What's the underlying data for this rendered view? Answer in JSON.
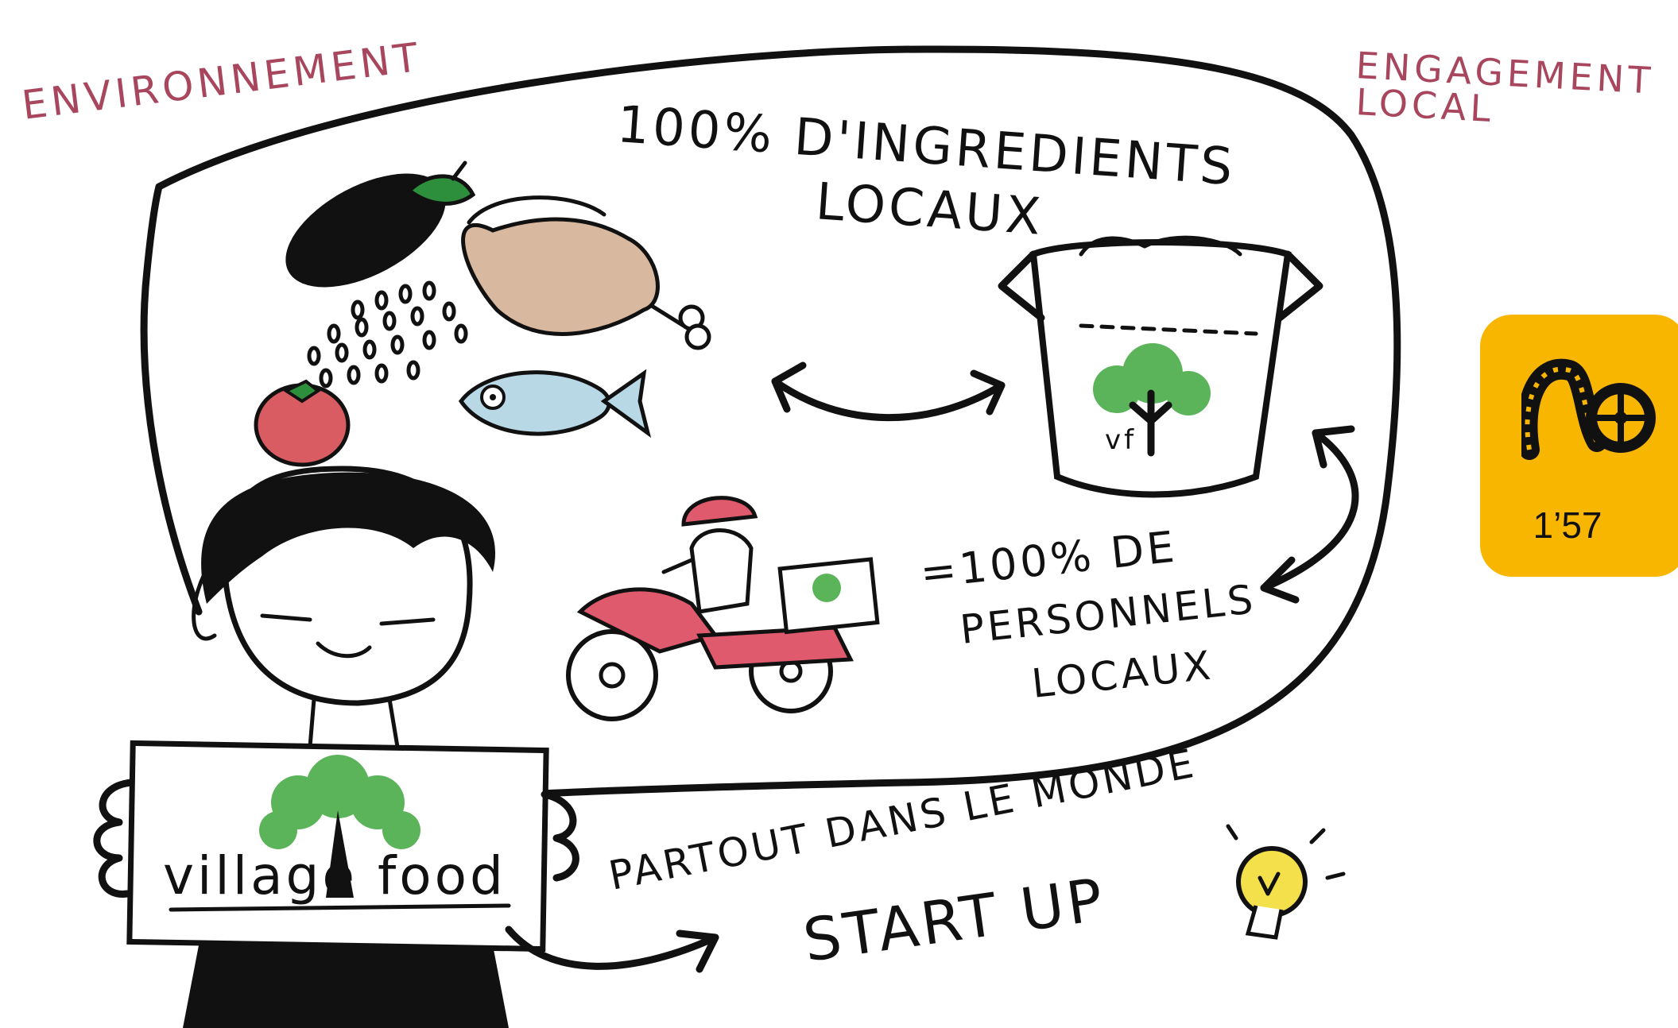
{
  "labels": {
    "environnement": "ENVIRONNEMENT",
    "engagement_line1": "ENGAGEMENT",
    "engagement_line2": "LOCAL",
    "ingredients_line1": "100% D'INGREDIENTS",
    "ingredients_line2": "LOCAUX",
    "personnel_line1": "=100% DE",
    "personnel_line2": "PERSONNELS",
    "personnel_line3": "LOCAUX",
    "partout": "PARTOUT DANS LE MONDE",
    "startup": "START UP",
    "sign_text": "village food",
    "box_initials": "vf"
  },
  "badge": {
    "time": "1’57",
    "icon": "film-reel-icon"
  },
  "colors": {
    "label_red": "#a8465e",
    "badge": "#f9b600",
    "tree_green": "#5bb35a",
    "helmet_red": "#e05a6d",
    "bulb_yellow": "#f3e04a"
  }
}
